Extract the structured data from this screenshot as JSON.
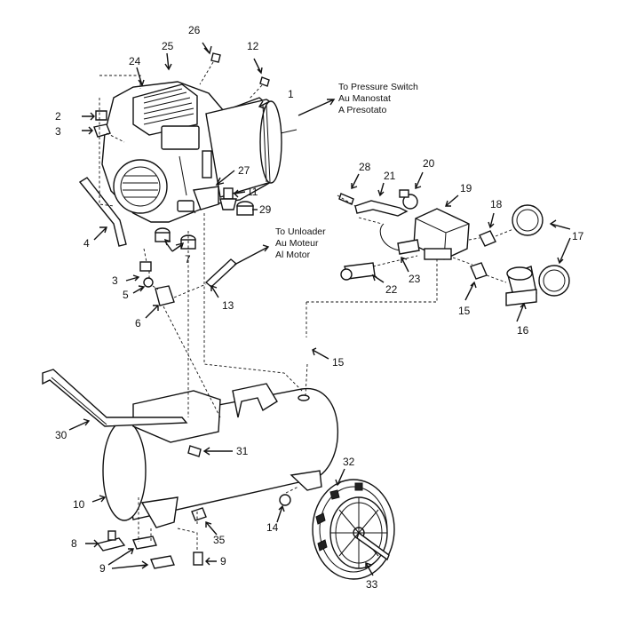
{
  "parts": [
    {
      "id": "p26",
      "text": "26"
    },
    {
      "id": "p25",
      "text": "25"
    },
    {
      "id": "p24",
      "text": "24"
    },
    {
      "id": "p12",
      "text": "12"
    },
    {
      "id": "p1",
      "text": "1"
    },
    {
      "id": "p2",
      "text": "2"
    },
    {
      "id": "p3a",
      "text": "3"
    },
    {
      "id": "p27",
      "text": "27"
    },
    {
      "id": "p11",
      "text": "11"
    },
    {
      "id": "p29",
      "text": "29"
    },
    {
      "id": "p4",
      "text": "4"
    },
    {
      "id": "p7",
      "text": "7"
    },
    {
      "id": "p3b",
      "text": "3"
    },
    {
      "id": "p5",
      "text": "5"
    },
    {
      "id": "p6",
      "text": "6"
    },
    {
      "id": "p13",
      "text": "13"
    },
    {
      "id": "p28",
      "text": "28"
    },
    {
      "id": "p21",
      "text": "21"
    },
    {
      "id": "p20",
      "text": "20"
    },
    {
      "id": "p19",
      "text": "19"
    },
    {
      "id": "p18",
      "text": "18"
    },
    {
      "id": "p17",
      "text": "17"
    },
    {
      "id": "p22",
      "text": "22"
    },
    {
      "id": "p23",
      "text": "23"
    },
    {
      "id": "p15a",
      "text": "15"
    },
    {
      "id": "p16",
      "text": "16"
    },
    {
      "id": "p15b",
      "text": "15"
    },
    {
      "id": "p30",
      "text": "30"
    },
    {
      "id": "p31",
      "text": "31"
    },
    {
      "id": "p10",
      "text": "10"
    },
    {
      "id": "p32",
      "text": "32"
    },
    {
      "id": "p14",
      "text": "14"
    },
    {
      "id": "p35",
      "text": "35"
    },
    {
      "id": "p8",
      "text": "8"
    },
    {
      "id": "p9a",
      "text": "9"
    },
    {
      "id": "p9b",
      "text": "9"
    },
    {
      "id": "p33",
      "text": "33"
    }
  ],
  "notes": {
    "pressure_switch": [
      "To Pressure Switch",
      "Au Manostat",
      "A Presotato"
    ],
    "unloader": [
      "To Unloader",
      "Au Moteur",
      "Al Motor"
    ]
  }
}
